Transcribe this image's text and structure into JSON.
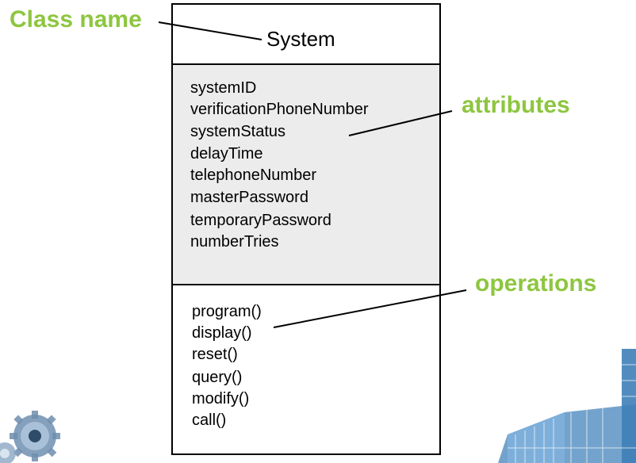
{
  "callouts": {
    "class_name": "Class name",
    "attributes": "attributes",
    "operations": "operations",
    "color": "#8dc63f"
  },
  "uml_class": {
    "name": "System",
    "attributes": [
      "systemID",
      "verificationPhoneNumber",
      "systemStatus",
      "delayTime",
      "telephoneNumber",
      "masterPassword",
      "temporaryPassword",
      "numberTries"
    ],
    "operations": [
      "program()",
      "display()",
      "reset()",
      "query()",
      "modify()",
      "call()"
    ],
    "attribute_section_color": "#ececec"
  },
  "decorations": {
    "bottom_left_icon": "gear-icon",
    "bottom_right_icon": "building-icon"
  }
}
